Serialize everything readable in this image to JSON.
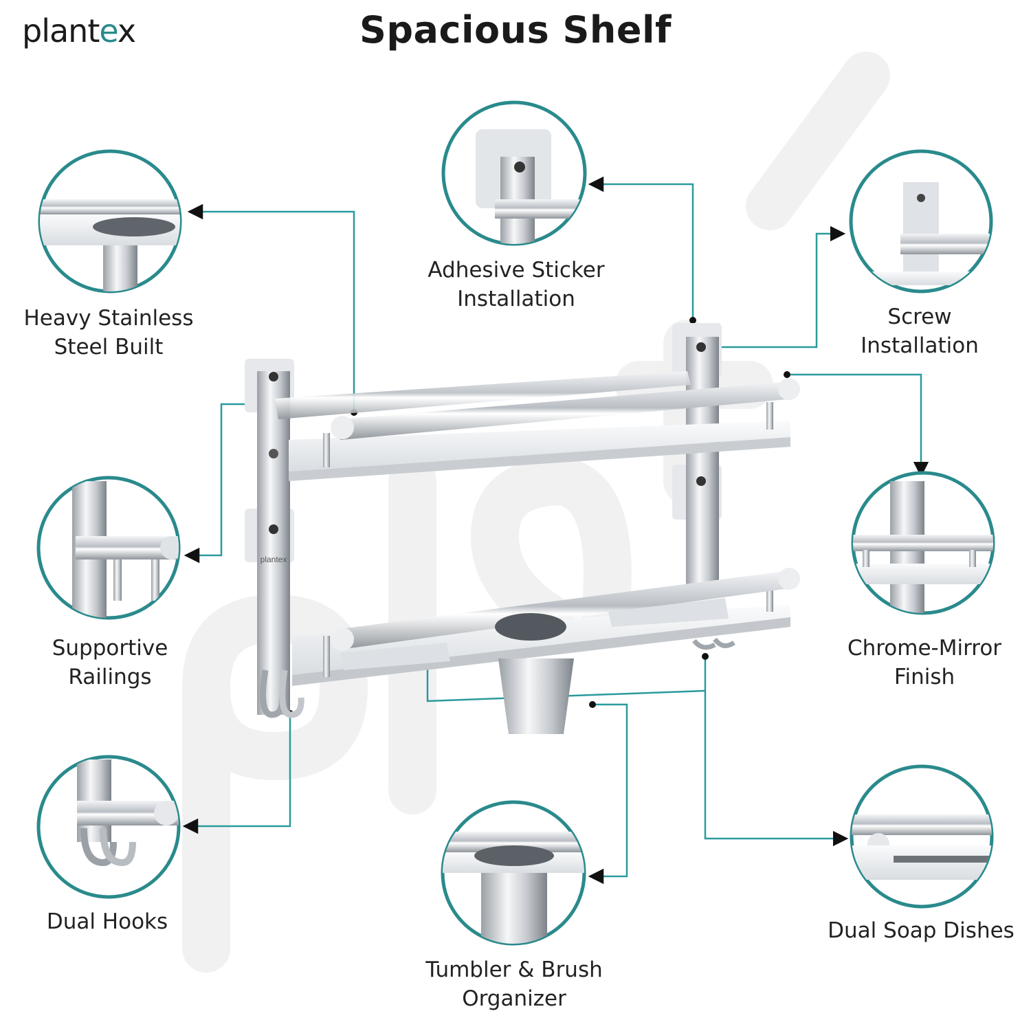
{
  "brand": {
    "logo_main": "plant",
    "logo_accent": "e",
    "logo_end": "x",
    "product_mark": "plantex",
    "accent_color": "#2a8a8c"
  },
  "title": "Spacious Shelf",
  "features": [
    {
      "id": "steel",
      "line1": "Heavy Stainless",
      "line2": "Steel Built"
    },
    {
      "id": "sticker",
      "line1": "Adhesive Sticker",
      "line2": "Installation"
    },
    {
      "id": "screw",
      "line1": "Screw",
      "line2": "Installation"
    },
    {
      "id": "rails",
      "line1": "Supportive",
      "line2": "Railings"
    },
    {
      "id": "chrome",
      "line1": "Chrome-Mirror",
      "line2": "Finish"
    },
    {
      "id": "hooks",
      "line1": "Dual Hooks",
      "line2": ""
    },
    {
      "id": "tumbler",
      "line1": "Tumbler & Brush",
      "line2": "Organizer"
    },
    {
      "id": "soap",
      "line1": "Dual Soap Dishes",
      "line2": ""
    }
  ],
  "colors": {
    "circle_stroke": "#2a8a8c",
    "line": "#2a9a9c",
    "chrome_dark": "#6f747a",
    "chrome_light": "#e9ecef"
  }
}
